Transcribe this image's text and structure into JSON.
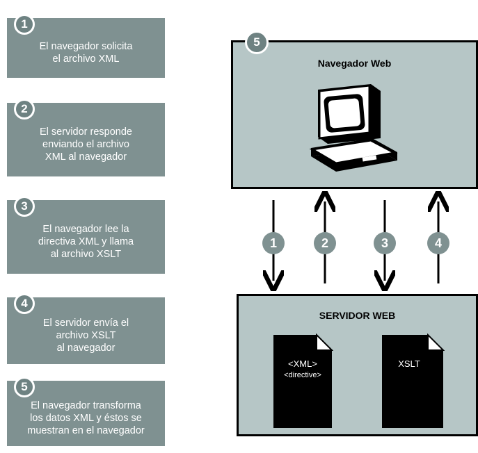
{
  "steps": [
    {
      "number": "1",
      "text": "El navegador solicita\nel archivo XML"
    },
    {
      "number": "2",
      "text": "El servidor responde\nenviando el archivo\nXML al navegador"
    },
    {
      "number": "3",
      "text": "El navegador lee la\ndirectiva XML y llama\nal archivo XSLT"
    },
    {
      "number": "4",
      "text": "El servidor envía el\narchivo XSLT\nal navegador"
    },
    {
      "number": "5",
      "text": "El navegador transforma\nlos datos XML y éstos se\nmuestran en el navegador"
    }
  ],
  "browser_box": {
    "badge": "5",
    "title": "Navegador Web",
    "icon": "computer-icon"
  },
  "server_box": {
    "title": "SERVIDOR WEB",
    "documents": [
      {
        "line1": "<XML>",
        "line2": "<directive>",
        "icon": "document-icon"
      },
      {
        "line1": "XSLT",
        "line2": "",
        "icon": "document-icon"
      }
    ]
  },
  "flows": [
    {
      "number": "1",
      "direction": "down"
    },
    {
      "number": "2",
      "direction": "up"
    },
    {
      "number": "3",
      "direction": "down"
    },
    {
      "number": "4",
      "direction": "up"
    }
  ],
  "colors": {
    "panel": "#7f9191",
    "box": "#b6c6c6",
    "ink": "#000000"
  }
}
